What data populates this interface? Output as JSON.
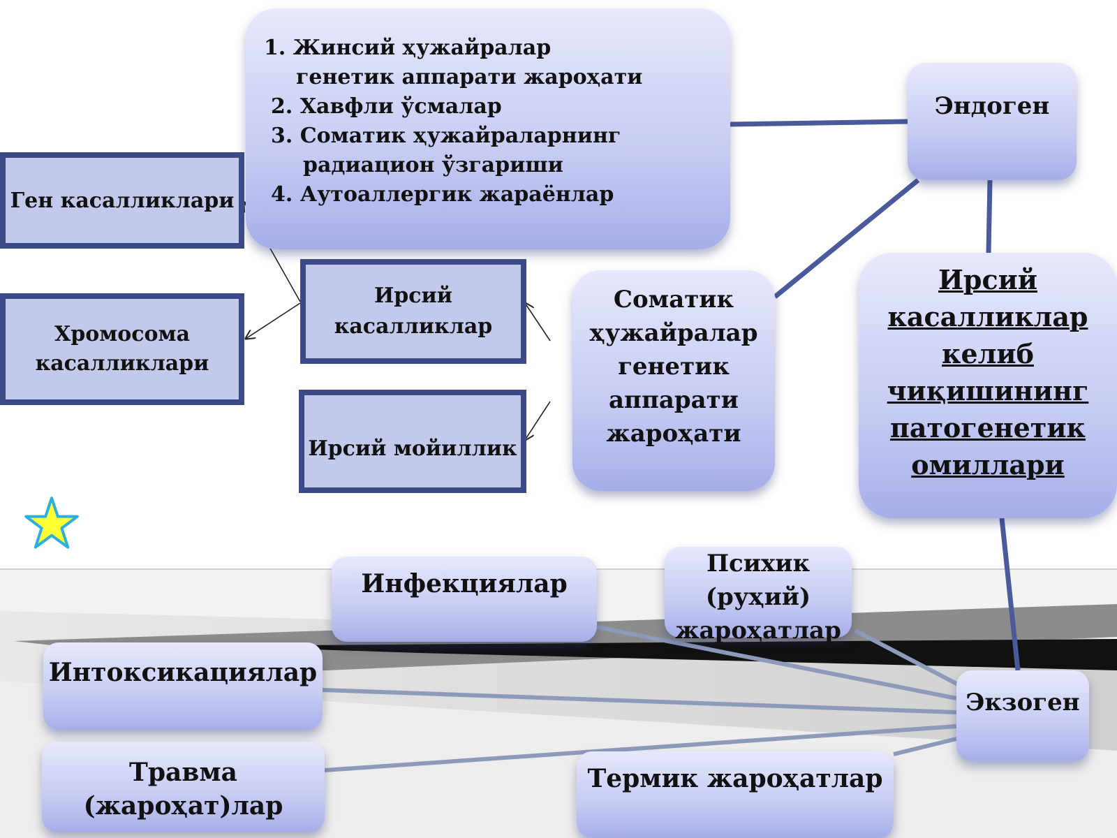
{
  "list_box": {
    "lines": [
      "1. Жинсий ҳужайралар",
      "генетик аппарати жароҳати",
      "2. Хавфли ўсмалар",
      "3. Соматик ҳужайраларнинг",
      "радиацион ўзгариши",
      "4. Аутоаллергик жараёнлар"
    ]
  },
  "nodes": {
    "endogen": "Эндоген",
    "gen_kasalliklari": "Ген касалликлари",
    "xromosoma": [
      "Хромосома",
      "касалликлари"
    ],
    "irsiy_kasalliklar": [
      "Ирсий",
      "касалликлар"
    ],
    "irsiy_moyillik": "Ирсий мойиллик",
    "somatik": [
      "Соматик",
      "ҳужайралар",
      "генетик",
      "аппарати",
      "жароҳати"
    ],
    "title": [
      "Ирсий",
      "касалликлар",
      "келиб",
      "чиқишининг",
      "патогенетик",
      "омиллари"
    ],
    "infeksiyalar": "Инфекциялар",
    "psixik": [
      "Психик",
      "(руҳий)",
      "жароҳатлар"
    ],
    "intoksikatsiyalar": "Интоксикациялар",
    "travma": [
      "Травма",
      "(жароҳат)лар"
    ],
    "exogen": "Экзоген",
    "termik": "Термик жароҳатлар"
  },
  "icons": {
    "star": "star-icon"
  },
  "colors": {
    "box_fill_top": "#e6e8fb",
    "box_fill_bottom": "#a6aee8",
    "frame_border": "#3b4a86",
    "connector": "#4a5a9a",
    "star_fill": "#ffff33",
    "star_stroke": "#2ab0e0"
  }
}
